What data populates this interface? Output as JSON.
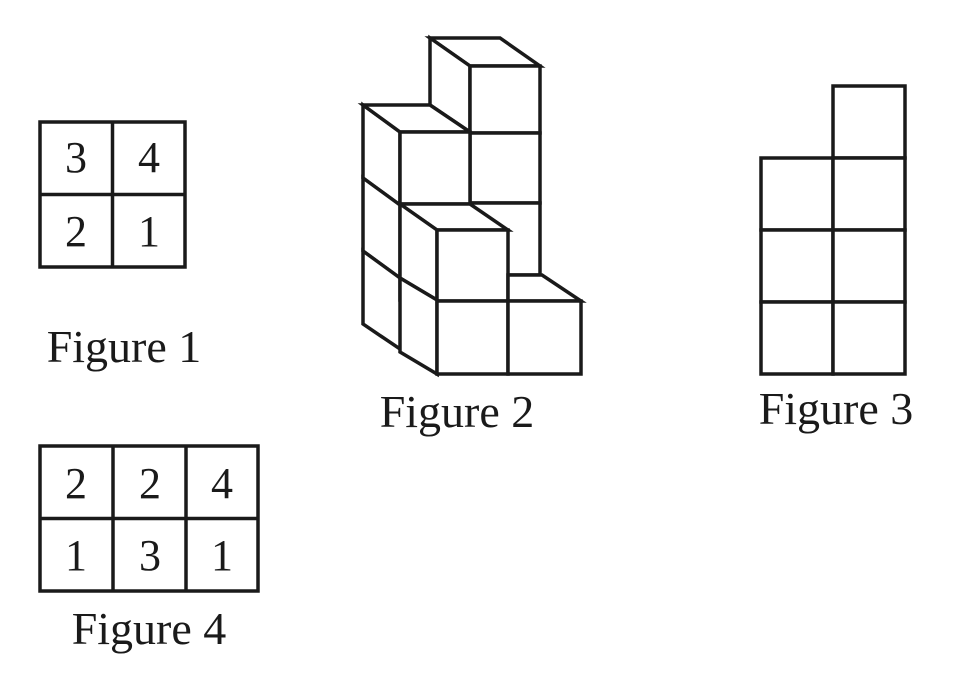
{
  "figure1": {
    "caption": "Figure 1",
    "cells": [
      [
        "3",
        "4"
      ],
      [
        "2",
        "1"
      ]
    ]
  },
  "figure2": {
    "caption": "Figure 2"
  },
  "figure3": {
    "caption": "Figure 3"
  },
  "figure4": {
    "caption": "Figure 4",
    "cells": [
      [
        "2",
        "2",
        "4"
      ],
      [
        "1",
        "3",
        "1"
      ]
    ]
  }
}
